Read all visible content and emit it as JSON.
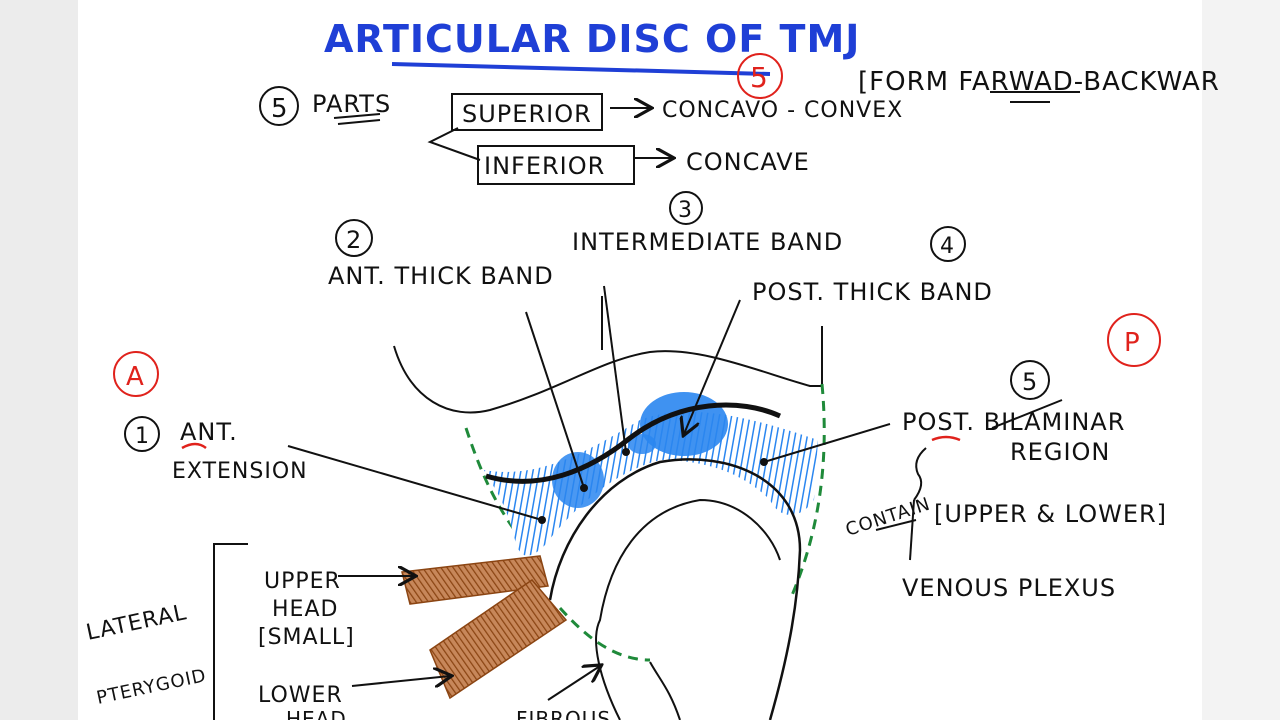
{
  "title": "ARTICULAR DISC OF TMJ",
  "parts": {
    "number": "5",
    "label": "PARTS",
    "red_circle_number": "5",
    "form_note": "[FORM FARWAD-BACKWAR",
    "superior": "SUPERIOR",
    "superior_shape": "CONCAVO - CONVEX",
    "inferior": "INFERIOR",
    "inferior_shape": "CONCAVE"
  },
  "bands": {
    "ant_num": "2",
    "ant_label": "ANT. THICK BAND",
    "inter_num": "3",
    "inter_label": "INTERMEDIATE BAND",
    "post_num": "4",
    "post_label": "POST. THICK BAND"
  },
  "markers": {
    "anterior": "A",
    "posterior": "P"
  },
  "ant_ext": {
    "num": "1",
    "line1": "ANT.",
    "line2": "EXTENSION"
  },
  "bilaminar": {
    "num": "5",
    "line1": "POST. BILAMINAR",
    "line2": "REGION",
    "contain": "CONTAIN",
    "bracket": "[UPPER & LOWER]",
    "plexus": "VENOUS PLEXUS"
  },
  "pterygoid": {
    "lateral": "LATERAL",
    "pterygoid": "PTERYGOID",
    "upper_1": "UPPER",
    "upper_2": "HEAD",
    "upper_3": "[SMALL]",
    "lower_1": "LOWER",
    "lower_2": "HEAD"
  },
  "fibrous": "FIBROUS",
  "colors": {
    "blue": "#1f3fd6",
    "red": "#e0221c",
    "disc_blue": "#2a86f0",
    "muscle": "#a0522d",
    "green": "#1f8a3a"
  }
}
